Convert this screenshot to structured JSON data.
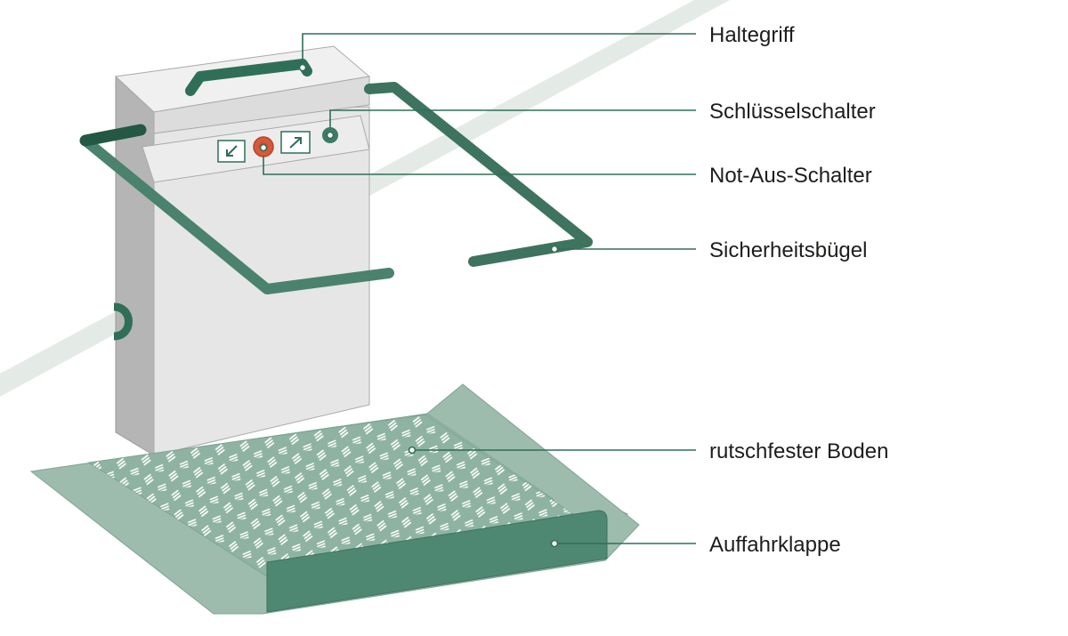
{
  "diagram": {
    "labels": {
      "handle": "Haltegriff",
      "key_switch": "Schlüsselschalter",
      "emergency_stop": "Not-Aus-Schalter",
      "safety_bar": "Sicherheitsbügel",
      "floor": "rutschfester Boden",
      "ramp": "Auffahrklappe"
    },
    "control_panel": {
      "down_icon": "arrow-down-left-icon",
      "up_icon": "arrow-up-right-icon"
    },
    "colors": {
      "accent": "#2f6f58",
      "dark_green": "#3f7a65",
      "platform_light": "#9dbcae",
      "ramp_dark": "#4e8873",
      "stop_button": "#d9583a",
      "housing": "#e6e6e6",
      "housing_top": "#f0f0f0",
      "housing_side": "#b5b5b5",
      "rail": "#e4ebe6",
      "text": "#1d1d1b"
    }
  }
}
